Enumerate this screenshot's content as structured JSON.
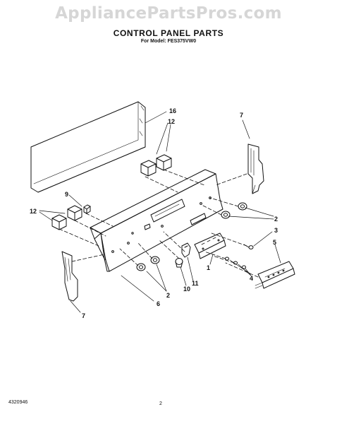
{
  "watermark": "AppliancePartsPros.com",
  "header": {
    "title": "CONTROL PANEL PARTS",
    "subtitle": "For Model: FES375VW0"
  },
  "callouts": {
    "c16": "16",
    "c12_top": "12",
    "c7_top": "7",
    "c9": "9",
    "c12_left": "12",
    "c2_right": "2",
    "c3": "3",
    "c5": "5",
    "c4": "4",
    "c1": "1",
    "c11": "11",
    "c10": "10",
    "c2_bottom": "2",
    "c6": "6",
    "c7_bottom": "7"
  },
  "footer": {
    "doc_number": "4320946",
    "page": "2"
  }
}
